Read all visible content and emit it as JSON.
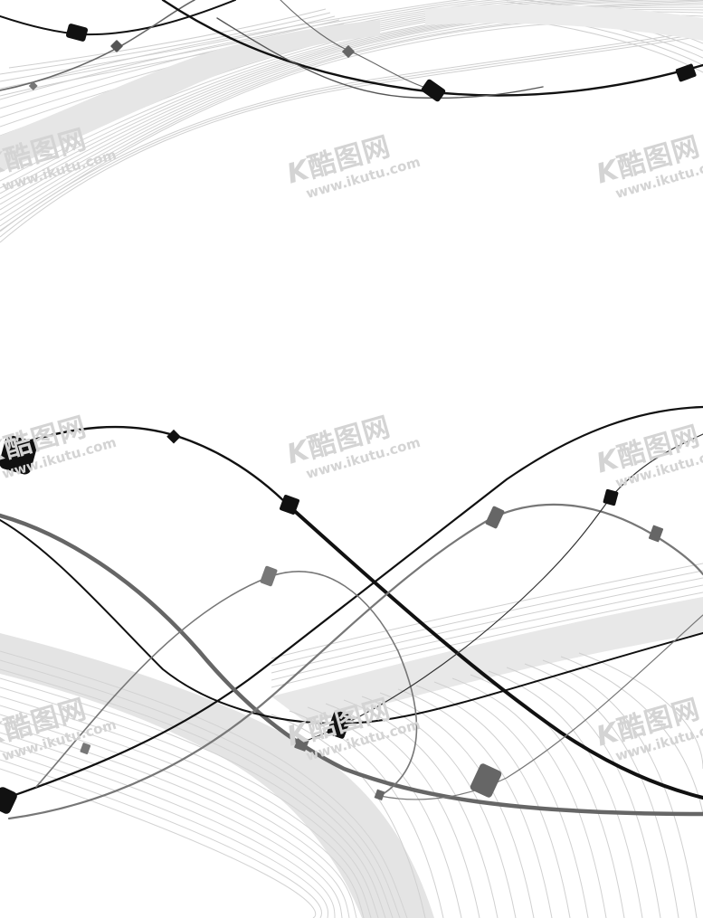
{
  "watermark": {
    "brand_cn": "酷图网",
    "logo_mark": "K",
    "url": "www.ikutu.com"
  },
  "colors": {
    "background": "#ffffff",
    "ink_black": "#111111",
    "ink_gray": "#666666",
    "ink_light_gray": "#8a8a8a",
    "mesh": "#d3d3d3",
    "watermark": "#d4d4d4"
  },
  "icons": [
    "diamond-bead-icon",
    "rounded-square-bead-icon"
  ]
}
